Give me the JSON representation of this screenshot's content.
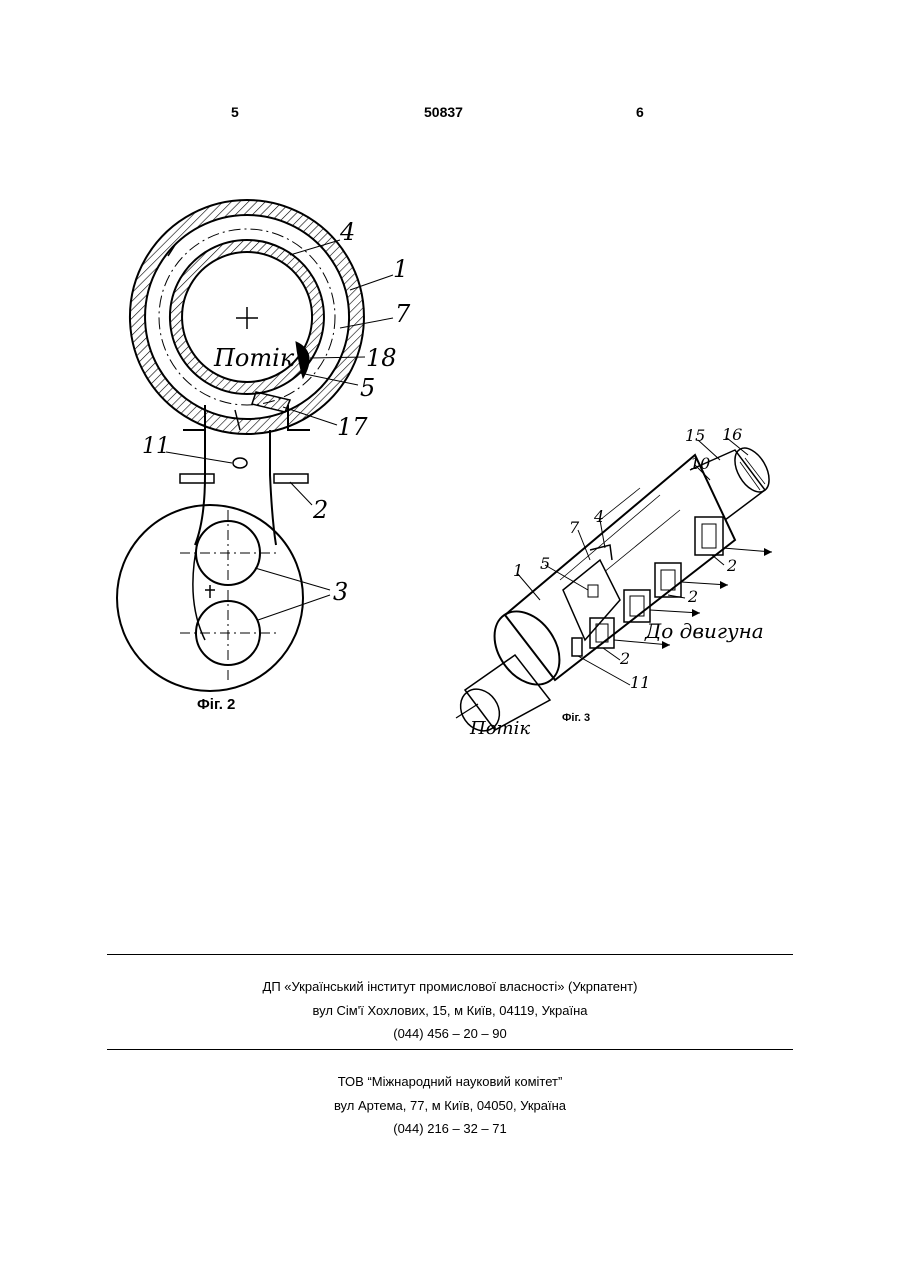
{
  "header": {
    "page_left": "5",
    "patent_number": "50837",
    "page_right": "6"
  },
  "fig2": {
    "caption": "Фіг. 2",
    "flow_label": "Потік",
    "labels": {
      "l4": "4",
      "l1": "1",
      "l7": "7",
      "l18": "18",
      "l5": "5",
      "l17": "17",
      "l11": "11",
      "l2": "2",
      "l3": "3"
    }
  },
  "fig3": {
    "caption": "Фіг. 3",
    "flow_label": "Потік",
    "engine_label": "До двигуна",
    "labels": {
      "l15": "15",
      "l16": "16",
      "l10": "10",
      "l4": "4",
      "l7": "7",
      "l5": "5",
      "l1": "1",
      "l2a": "2",
      "l2b": "2",
      "l2c": "2",
      "l11": "11"
    }
  },
  "footer": {
    "org1": {
      "name": "ДП «Український інститут промислової власності» (Укрпатент)",
      "address": "вул  Сім'ї Хохлових, 15, м  Київ, 04119, Україна",
      "phone": "(044) 456 – 20 –  90"
    },
    "org2": {
      "name": "ТОВ “Міжнародний науковий комітет”",
      "address": "вул  Артема, 77, м  Київ, 04050, Україна",
      "phone": "(044) 216 – 32 – 71"
    }
  }
}
